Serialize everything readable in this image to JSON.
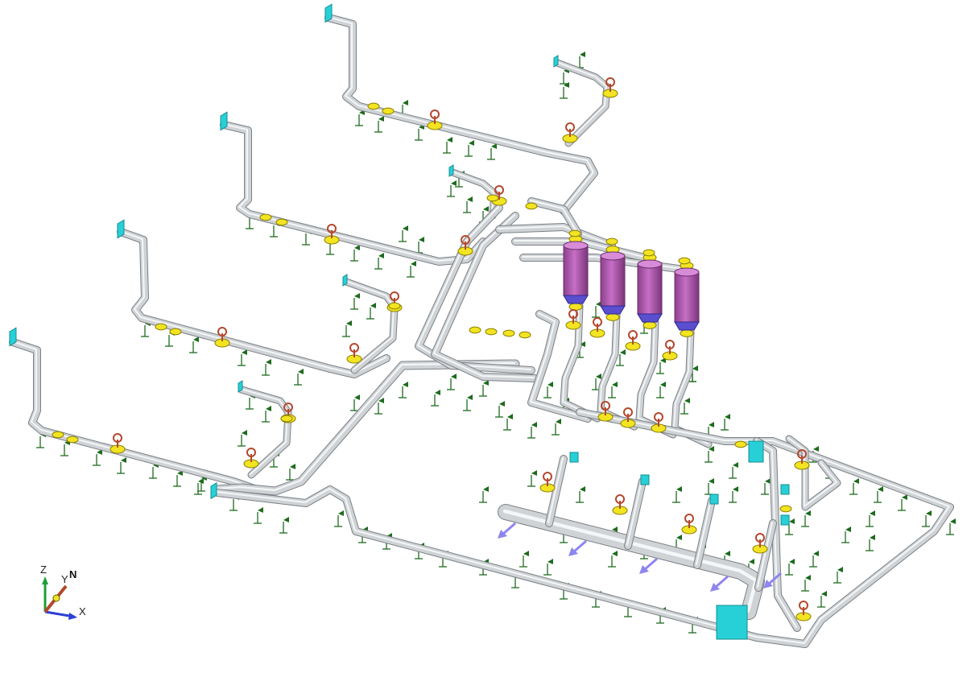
{
  "colors": {
    "background": "#ffffff",
    "pipe_body": "#cfd3d6",
    "pipe_edge": "#7c8186",
    "flange": "#f2e421",
    "valve_handwheel": "#b5472c",
    "vessel": "#b55ab4",
    "vessel_base": "#5a4fcf",
    "nozzle_end": "#27d0d6",
    "support_symbol": "#1e6b1e",
    "flow_arrow": "#8e86ef"
  },
  "axis_triad": {
    "z_label": "Z",
    "y_label": "Y",
    "north_label": "N",
    "x_label": "X",
    "z_color": "#1f9e3a",
    "x_color": "#2b3fd6",
    "y_color": "#b5472c"
  },
  "components": {
    "vessels": 4,
    "outlet_arrows": 5,
    "header_nozzle_icon": "square-flange-icon",
    "valve_icon": "handwheel-valve-icon",
    "support_icon": "pipe-support-icon"
  }
}
